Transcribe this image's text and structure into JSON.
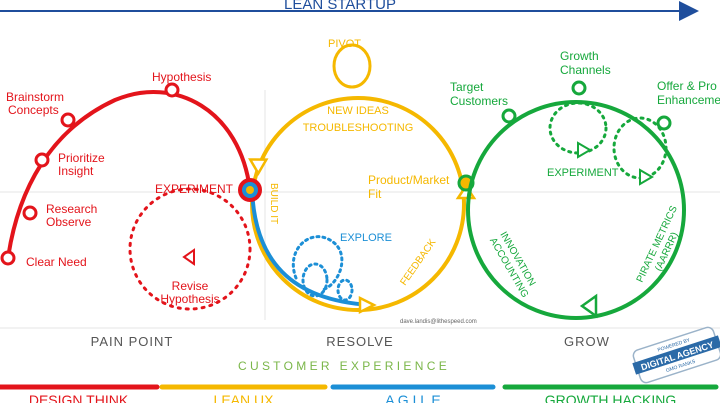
{
  "header": {
    "title": "LEAN STARTUP"
  },
  "colors": {
    "red": "#e3141b",
    "yellow": "#f5b800",
    "blue": "#1c8fd6",
    "green": "#16a83c",
    "navy": "#1f4e9c",
    "grey": "#555555",
    "lightgreen": "#7ab648"
  },
  "pain": {
    "nodes": {
      "hypothesis": "Hypothesis",
      "brainstorm": "Brainstorm\nConcepts",
      "prioritize": "Prioritize\nInsight",
      "research": "Research\nObserve",
      "clear_need": "Clear Need"
    },
    "experiment": "EXPERIMENT",
    "revise": "Revise\nHypothesis"
  },
  "resolve": {
    "pivot": "PIVOT",
    "new_ideas": "NEW IDEAS\nTROUBLESHOOTING",
    "product_market_fit": "Product/Market\nFit",
    "build_it": "BUILD IT",
    "feedback": "FEEDBACK",
    "explore": "EXPLORE"
  },
  "grow": {
    "target_customers": "Target\nCustomers",
    "growth_channels": "Growth\nChannels",
    "offer": "Offer & Pro\nEnhanceme",
    "experiment": "EXPERIMENT",
    "innovation_accounting": "INNOVATION\nACCOUNTING",
    "pirate_metrics": "PIRATE METRICS\n(AARRR)"
  },
  "credit": "dave.landis@lithespeed.com",
  "stages": [
    "PAIN POINT",
    "RESOLVE",
    "GROW"
  ],
  "customer_experience": "C U S T O M E R   E X P E R I E N C E",
  "badge": {
    "top": "POWERED BY",
    "main": "DIGITAL AGENCY",
    "bottom": "GMO RANKS"
  },
  "disciplines": [
    {
      "label": "DESIGN THINK",
      "color": "#e3141b"
    },
    {
      "label": "LEAN UX",
      "color": "#f5b800"
    },
    {
      "label": "A G I L E",
      "color": "#1c8fd6"
    },
    {
      "label": "GROWTH HACKING",
      "color": "#16a83c"
    }
  ]
}
